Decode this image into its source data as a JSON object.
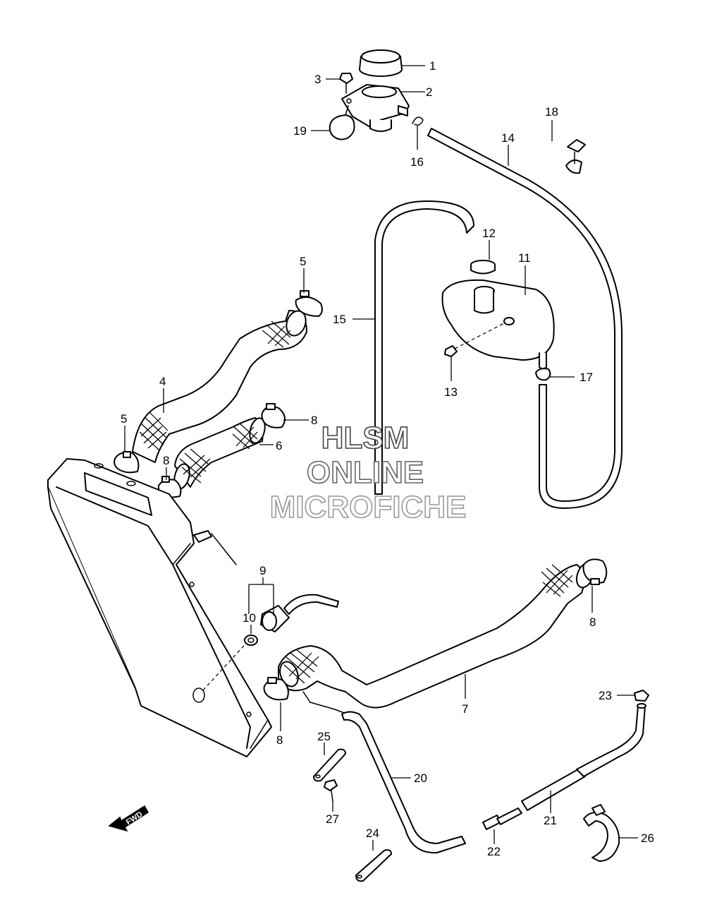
{
  "callouts": {
    "c1": "1",
    "c2": "2",
    "c3": "3",
    "c4": "4",
    "c5a": "5",
    "c5b": "5",
    "c6": "6",
    "c7": "7",
    "c8a": "8",
    "c8b": "8",
    "c8c": "8",
    "c8d": "8",
    "c9": "9",
    "c10": "10",
    "c11": "11",
    "c12": "12",
    "c13": "13",
    "c14": "14",
    "c15": "15",
    "c16": "16",
    "c17": "17",
    "c18": "18",
    "c19": "19",
    "c20": "20",
    "c21": "21",
    "c22": "22",
    "c23": "23",
    "c24": "24",
    "c25": "25",
    "c26": "26",
    "c27": "27"
  },
  "watermark": {
    "line1": "HLSM",
    "line2": "ONLINE",
    "line3": "MICROFICHE"
  },
  "fwd_label": "FWD",
  "colors": {
    "line": "#000000",
    "background": "#ffffff",
    "watermark_outline": "#444444"
  }
}
